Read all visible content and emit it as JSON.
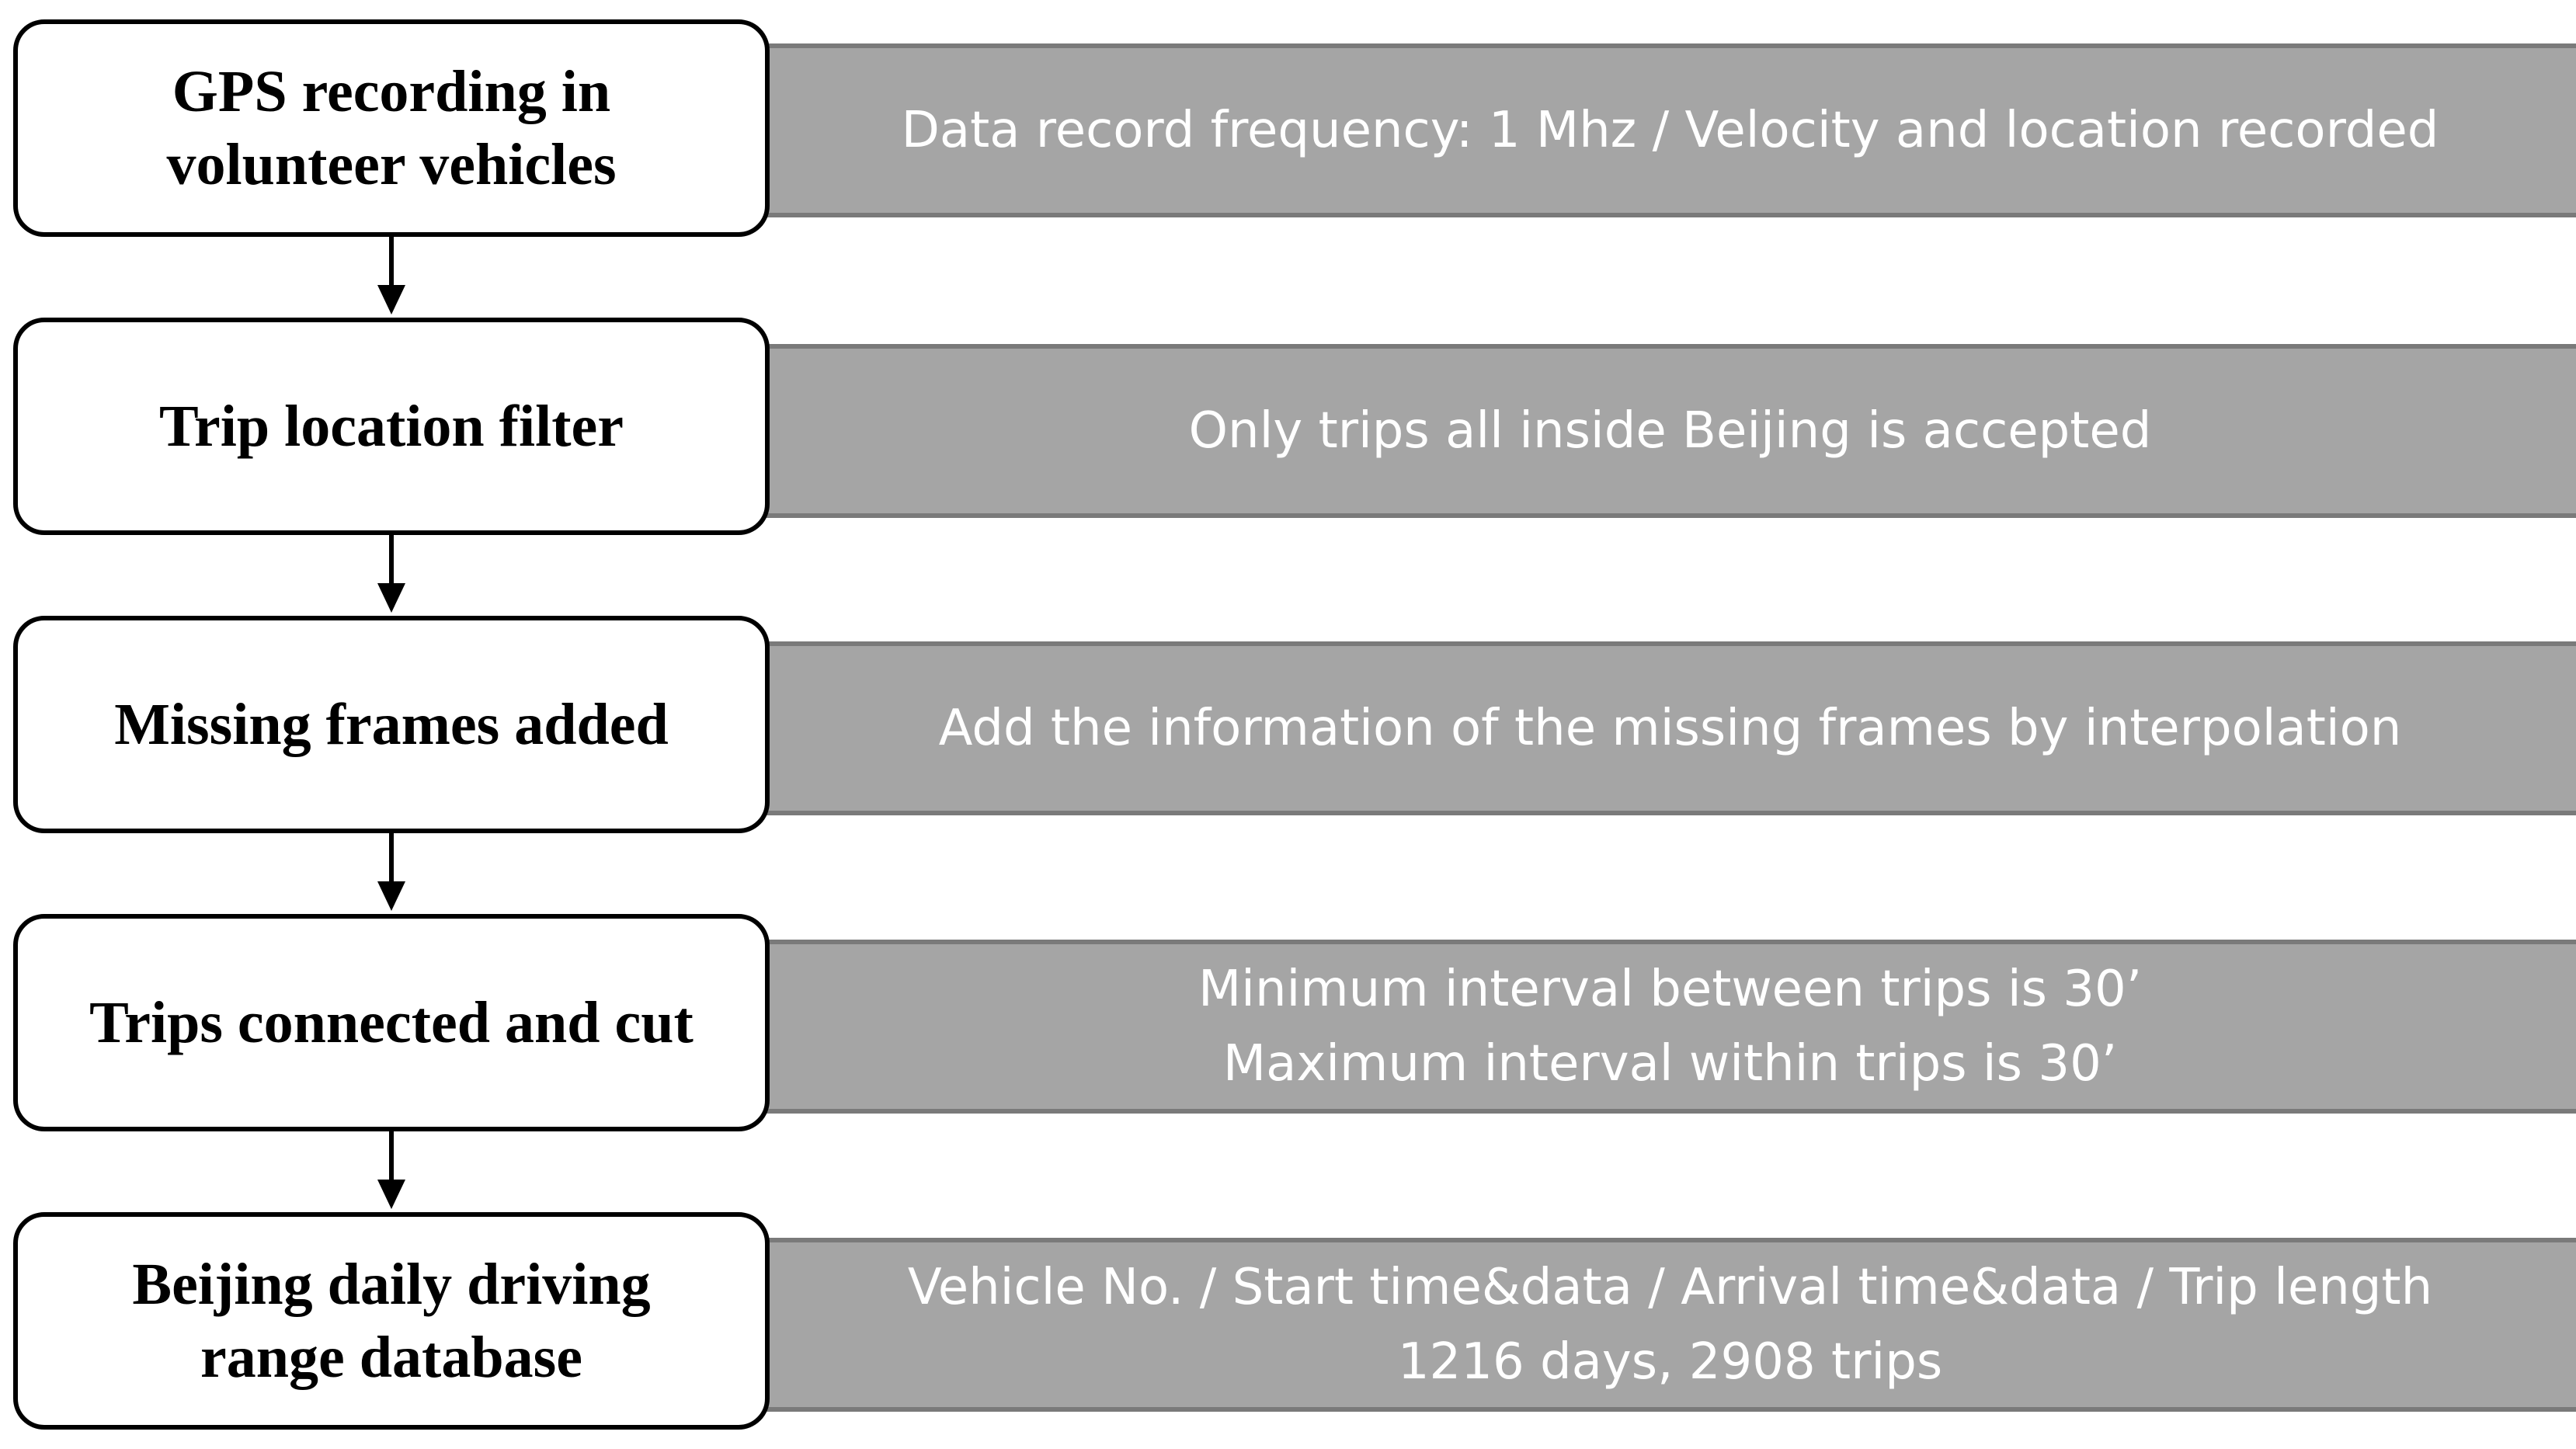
{
  "steps": [
    {
      "title_lines": [
        "GPS recording in",
        "volunteer vehicles"
      ],
      "detail_lines": [
        "Data record frequency: 1 Mhz / Velocity and location recorded"
      ]
    },
    {
      "title_lines": [
        "Trip location filter"
      ],
      "detail_lines": [
        "Only trips all inside Beijing is accepted"
      ]
    },
    {
      "title_lines": [
        "Missing frames added"
      ],
      "detail_lines": [
        "Add the information of the missing frames by interpolation"
      ]
    },
    {
      "title_lines": [
        "Trips connected and cut"
      ],
      "detail_lines": [
        "Minimum interval between trips is 30’",
        "Maximum interval within trips is 30’"
      ]
    },
    {
      "title_lines": [
        "Beijing daily driving",
        "range database"
      ],
      "detail_lines": [
        "Vehicle No. / Start time&data / Arrival time&data / Trip length",
        "1216 days, 2908 trips"
      ]
    }
  ]
}
